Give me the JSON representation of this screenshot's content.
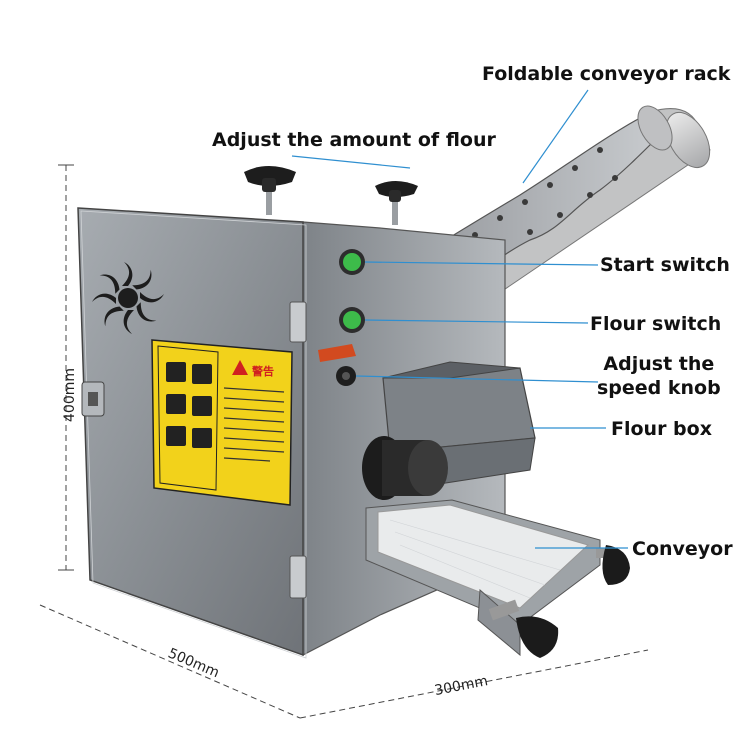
{
  "callouts": {
    "foldable_rack": "Foldable conveyor rack",
    "flour_amount": "Adjust the amount of flour",
    "start_switch": "Start switch",
    "flour_switch": "Flour switch",
    "speed_knob_line1": "Adjust the",
    "speed_knob_line2": "speed knob",
    "flour_box": "Flour box",
    "conveyor": "Conveyor"
  },
  "dimensions": {
    "height": "400mm",
    "depth": "500mm",
    "width": "300mm"
  },
  "warning_label": {
    "title": "警告"
  },
  "colors": {
    "callout_line": "#2f8fd0",
    "steel": "#8f9499",
    "label_yellow": "#f2d21b",
    "switch_green": "#3dbb4a"
  }
}
